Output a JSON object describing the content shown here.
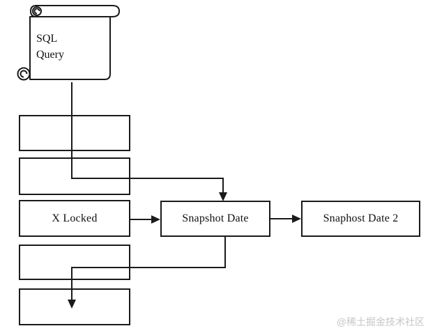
{
  "diagram": {
    "scroll": {
      "label_line1": "SQL",
      "label_line2": "Query"
    },
    "boxes": [
      {
        "id": "box-1",
        "label": ""
      },
      {
        "id": "box-2",
        "label": ""
      },
      {
        "id": "box-x-locked",
        "label": "X Locked"
      },
      {
        "id": "box-snapshot-date",
        "label": "Snapshot Date"
      },
      {
        "id": "box-snaphost-date-2",
        "label": "Snaphost Date 2"
      },
      {
        "id": "box-4",
        "label": ""
      },
      {
        "id": "box-5",
        "label": ""
      }
    ],
    "colors": {
      "line": "#1a1a1a",
      "background": "#ffffff",
      "watermark": "#c6c6c6"
    }
  },
  "watermark": {
    "text": "@稀土掘金技术社区"
  }
}
